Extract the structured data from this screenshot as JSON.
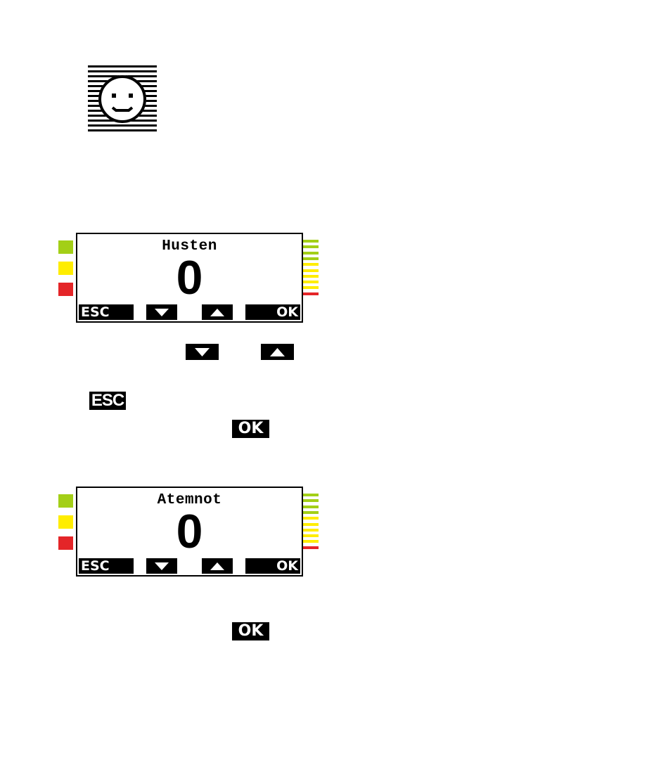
{
  "logo": {
    "icon": "smiley-face-icon"
  },
  "colors": {
    "green": "#a3cf17",
    "yellow": "#ffed00",
    "red": "#e42528"
  },
  "panels": [
    {
      "title": "Husten",
      "value": "0",
      "softkeys": {
        "esc": "ESC",
        "down": "chevron-down-icon",
        "up": "chevron-up-icon",
        "ok": "OK"
      },
      "indicator_lights": [
        "green",
        "yellow",
        "red"
      ],
      "level_bar": [
        "green",
        "green",
        "green",
        "green",
        "yellow",
        "yellow",
        "yellow",
        "yellow",
        "yellow",
        "red"
      ]
    },
    {
      "title": "Atemnot",
      "value": "0",
      "softkeys": {
        "esc": "ESC",
        "down": "chevron-down-icon",
        "up": "chevron-up-icon",
        "ok": "OK"
      },
      "indicator_lights": [
        "green",
        "yellow",
        "red"
      ],
      "level_bar": [
        "green",
        "green",
        "green",
        "green",
        "yellow",
        "yellow",
        "yellow",
        "yellow",
        "yellow",
        "red"
      ]
    }
  ],
  "inline_keys": {
    "down": "chevron-down-icon",
    "up": "chevron-up-icon",
    "esc": "ESC",
    "ok_1": "OK",
    "ok_2": "OK"
  }
}
